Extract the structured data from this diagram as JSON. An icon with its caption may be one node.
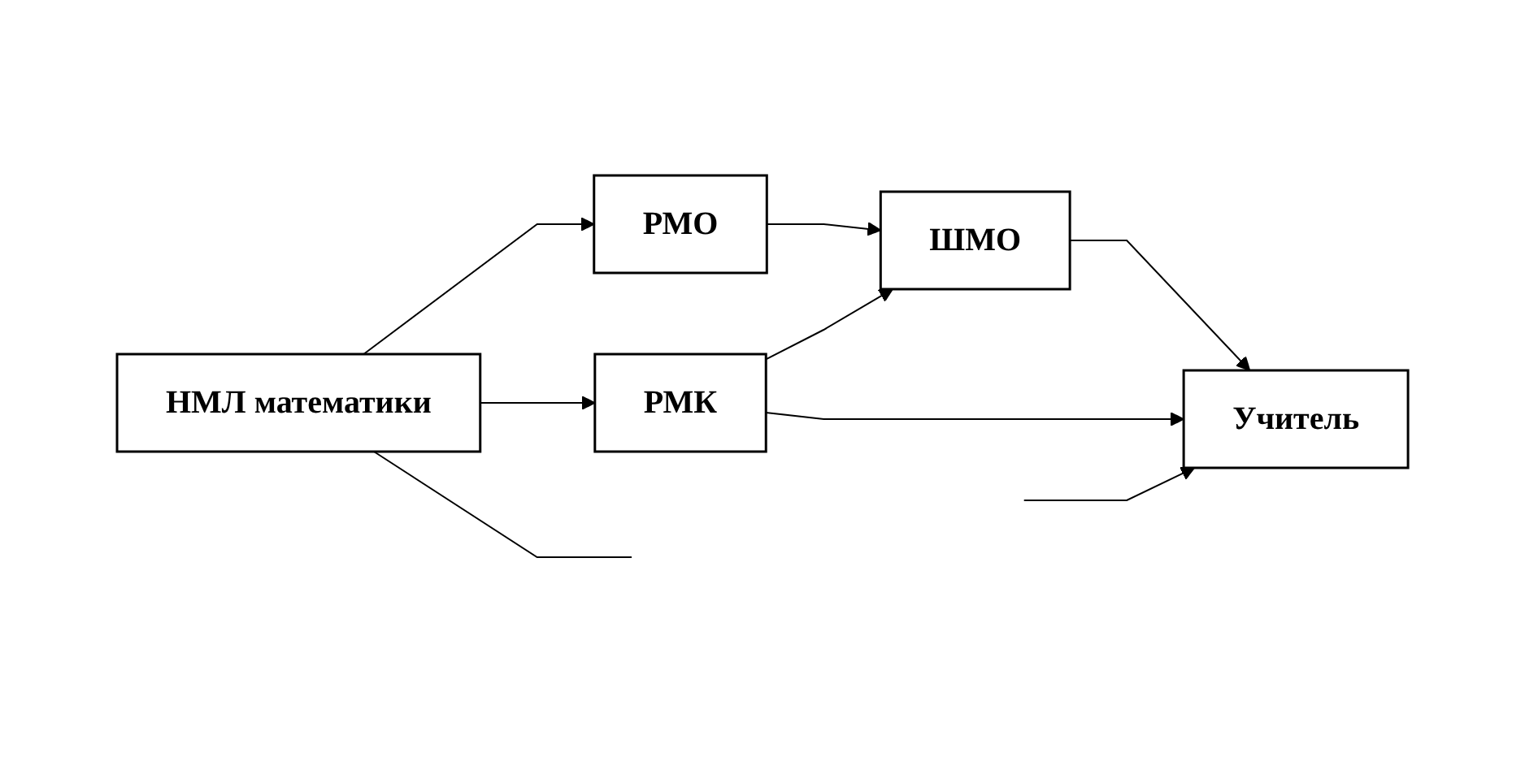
{
  "diagram": {
    "nodes": [
      {
        "text": [
          "НМЛ математики"
        ]
      },
      {
        "text": [
          "РМО"
        ]
      },
      {
        "text": [
          "РМК"
        ]
      },
      {
        "text": [
          "ШМО"
        ]
      },
      {
        "text": [
          "Учитель"
        ]
      }
    ],
    "edges": [
      {
        "from": 0,
        "to": 1,
        "arrow": "to"
      },
      {
        "from": 0,
        "to": 2,
        "arrow": "to"
      },
      {
        "from": 1,
        "to": 3,
        "arrow": "to"
      },
      {
        "from": 2,
        "to": 3,
        "arrow": "to"
      },
      {
        "from": 3,
        "to": 4,
        "arrow": "to"
      },
      {
        "from": 2,
        "to": 4,
        "arrow": "to"
      },
      {
        "from": 0,
        "to": null,
        "arrow": "none"
      },
      {
        "from": null,
        "to": 4,
        "arrow": "to"
      }
    ]
  }
}
